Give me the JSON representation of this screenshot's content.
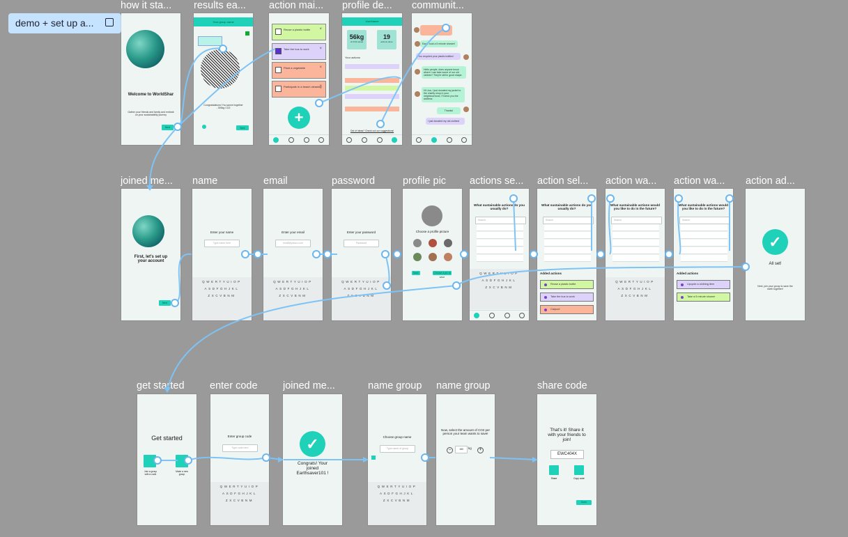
{
  "demo_tag": {
    "label": "demo + set up a...",
    "icon": "play-frame-icon"
  },
  "rows": {
    "row1_labels": [
      "how it sta...",
      "results ea...",
      "action mai...",
      "profile de...",
      "communit..."
    ],
    "row2_labels": [
      "joined me...",
      "name",
      "email",
      "password",
      "profile pic",
      "actions se...",
      "action sel...",
      "action wa...",
      "action wa...",
      "action ad..."
    ],
    "row3_labels": [
      "get started",
      "enter code",
      "joined me...",
      "name group",
      "name group",
      "share code"
    ]
  },
  "how_it_starts": {
    "title": "Welcome to WorldShar",
    "body": "Gather your friends and family and embark on your sustainability journey",
    "button": "Next"
  },
  "results": {
    "header": "Your group name",
    "footer": "Congratulations! You saved together - 300kg CO2",
    "next": "Next",
    "back": "Back"
  },
  "action_main": {
    "items": [
      "Reuse a plastic bottle",
      "Take the bus to work",
      "Plant a vegetable",
      "Participate in a beach cleaning"
    ],
    "plus": "+"
  },
  "profile_detail": {
    "username": "UserName",
    "saved_value": "56kg",
    "saved_label": "of CO2 saved",
    "actions_value": "19",
    "actions_label": "actions done",
    "section": "Your actions",
    "footer": "Out of ideas? Check out our suggestions!"
  },
  "community": {
    "msgs": [
      "Eagle took a 5 minute shower!",
      "You recycled your plastic bottles!",
      "Hello people, does anyone know where I can take some of our old clothes? They're still in good shape.",
      "Hi Lisa, I just donated my jacket to the charity shop in your neighbourhood, I'll send you the address",
      "Thanks!",
      "I just donated my old clothes!"
    ]
  },
  "joined": {
    "title": "First, let's set up your account",
    "button": "Next"
  },
  "name": {
    "prompt": "Enter your name",
    "placeholder": "Type name here"
  },
  "email": {
    "prompt": "Enter your email",
    "placeholder": "email@yahoo.com"
  },
  "password": {
    "prompt": "Enter your password",
    "placeholder": "Password"
  },
  "profile_pic": {
    "prompt": "Choose a profile picture",
    "back": "Back",
    "next": "Choose a pic to save"
  },
  "actions_select": {
    "q1": "What sustainable actions do you usually do?",
    "q2": "What sustainable actions would you like to do in the future?",
    "search": "Search",
    "added": "Added actions",
    "added1": [
      "Reuse a plastic bottle",
      "Take the bus to work",
      "Carpool"
    ],
    "added2": [
      "Upcycle a clothing item",
      "Take a 5 minute shower"
    ]
  },
  "action_added": {
    "title": "All set!",
    "body": "Next, join your group to save the earth together!"
  },
  "get_started": {
    "title": "Get started",
    "join": "Join a group with a code",
    "make": "Make a new group"
  },
  "enter_code": {
    "prompt": "Enter group code",
    "placeholder": "Type code here"
  },
  "joined_group": {
    "title": "Congrats! Your joined Earthsaver101 !"
  },
  "name_group": {
    "prompt": "Choose group name",
    "placeholder": "Type name of group"
  },
  "name_group2": {
    "prompt": "Now, select the amount of CO2 per person your team wants to save!",
    "value": "180",
    "unit": "kg"
  },
  "share_code": {
    "title": "That's it! Share it with your friends to join!",
    "code": "EWC404X",
    "share": "Share",
    "copy": "Copy code",
    "done": "Done"
  },
  "keyboard": {
    "r1": "QWERTYUIOP",
    "r2": "ASDFGHJKL",
    "r3": "ZXCVBNM"
  }
}
